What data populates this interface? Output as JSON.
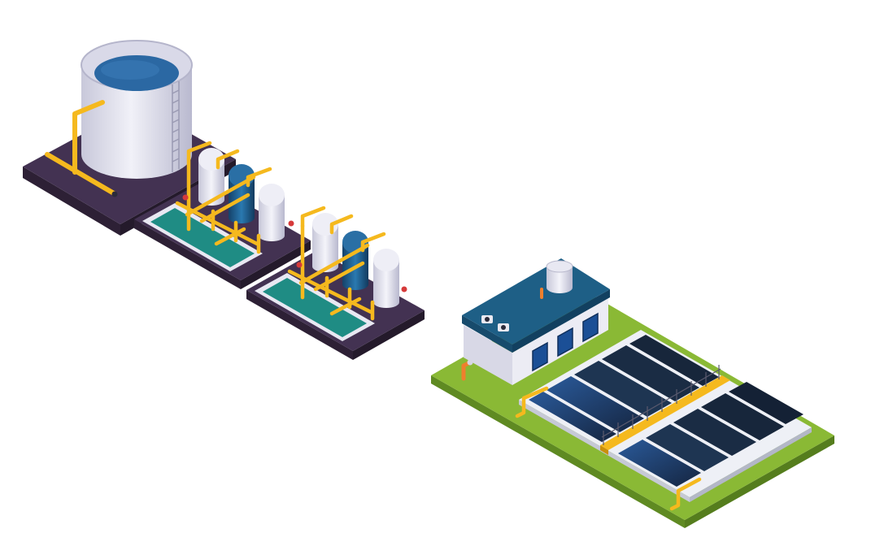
{
  "scene": {
    "description_label": "",
    "colors": {
      "background": "#ffffff",
      "platform_dark": "#3a2a44",
      "platform_top": "#4b3a58",
      "tank_body": "#e4e4f0",
      "tank_shade": "#c9c9dc",
      "water_blue": "#2b68a3",
      "water_teal": "#1f8c84",
      "pipe_yellow": "#f5b91e",
      "vessel_white": "#e6e6f0",
      "vessel_blue": "#1e5a8a",
      "grass_green": "#8ab935",
      "building_wall": "#e9e9f1",
      "roof_blue": "#1e5f86",
      "window_blue": "#1b4f96",
      "basin_dark": "#1c2c45",
      "valve_red": "#d63a3a",
      "pipe_orange": "#ef7f2d"
    },
    "objects": [
      {
        "name": "storage-tank",
        "icon": "cylindrical-water-tank"
      },
      {
        "name": "filter-unit-1",
        "icon": "pressure-vessels-with-pipes"
      },
      {
        "name": "filter-unit-2",
        "icon": "pressure-vessels-with-pipes"
      },
      {
        "name": "treatment-building",
        "icon": "control-building-with-vents"
      },
      {
        "name": "settling-basins",
        "icon": "rectangular-clarifier-tanks"
      }
    ]
  }
}
